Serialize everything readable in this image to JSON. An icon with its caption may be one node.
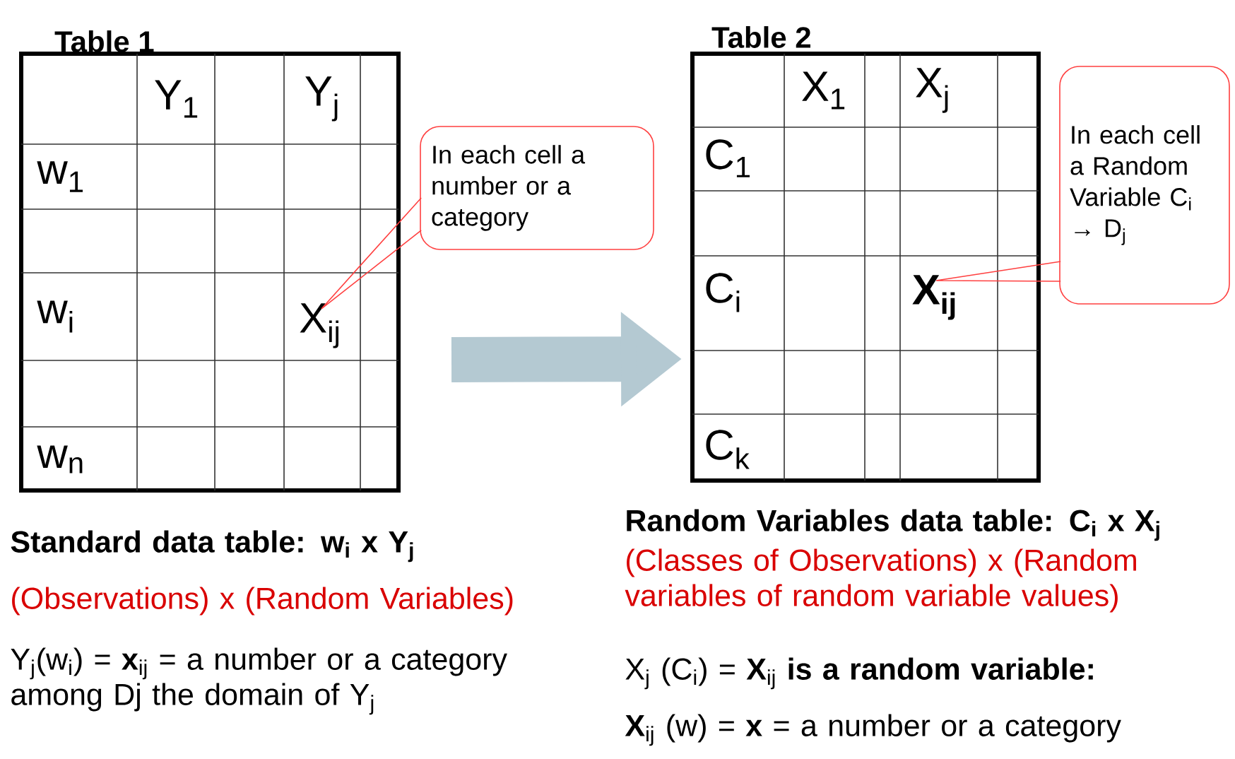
{
  "diagram": {
    "nodes": [
      {
        "text": [
          "Table 1"
        ]
      },
      {
        "text": [
          "X$_{ij}$"
        ],
        "in": 0
      },
      {
        "text": [
          "In each cell a number or a category"
        ]
      },
      {
        "text": [
          "Table 2"
        ]
      },
      {
        "text": [
          "X$_{ij}$"
        ],
        "in": 3
      },
      {
        "text": [
          "In each cell a Random Variable C$_{i}$ → D$_{j}$"
        ]
      }
    ],
    "edges": [
      {
        "from": 0,
        "to": 3,
        "arrow": "to",
        "style": "thick",
        "color": "#b4c9d2"
      },
      {
        "from": 2,
        "to": 1,
        "arrow": "none"
      },
      {
        "from": 5,
        "to": 4,
        "arrow": "none"
      }
    ],
    "labels": [
      "Y$_{1}$",
      "Y$_{j}$",
      "w$_{1}$",
      "w$_{i}$",
      "w$_{n}$",
      "X$_{1}$",
      "X$_{j}$",
      "C$_{1}$",
      "C$_{i}$",
      "C$_{k}$",
      "Standard data table: w$_{i}$ x Y$_{j}$",
      "(Observations) x (Random Variables)",
      "Y$_{j}$(w$_{i}$) = **x**$_{ij}$ = a number or a category among Dj the domain of Y$_{j}$",
      "Random Variables data table: C$_{i}$ x X$_{j}$",
      "(Classes of Observations) x (Random variables of random variable values)",
      "X$_{j}$ (C$_{i}$) = **X**$_{ij}$ **is a random variable:**",
      "**X**$_{ij}$ (w) = **x** = a number or a category"
    ]
  }
}
